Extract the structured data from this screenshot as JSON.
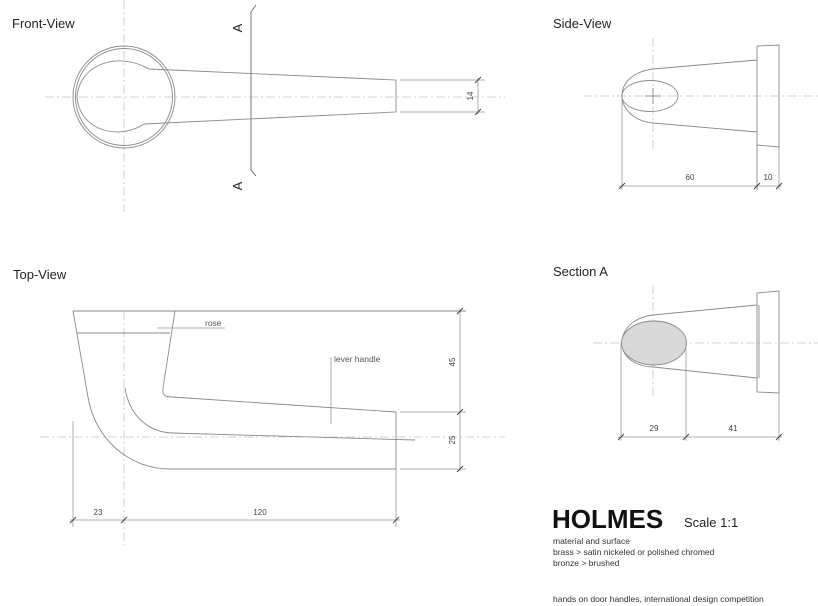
{
  "views": {
    "front": {
      "title": "Front-View",
      "section_mark": "A",
      "dim_height": "14"
    },
    "side": {
      "title": "Side-View",
      "dim_length": "60",
      "dim_plate": "10"
    },
    "top": {
      "title": "Top-View",
      "rose_label": "rose",
      "lever_label": "lever handle",
      "dim_45": "45",
      "dim_25": "25",
      "dim_23": "23",
      "dim_120": "120"
    },
    "section": {
      "title": "Section A",
      "dim_29": "29",
      "dim_41": "41"
    }
  },
  "info": {
    "name": "HOLMES",
    "scale": "Scale 1:1",
    "lines": [
      "material and surface",
      "brass > satin nickeled or polished chromed",
      "bronze > brushed"
    ],
    "footer": "hands on door handles, international design competition"
  },
  "colors": {
    "section_fill": "#d9d9d9"
  }
}
